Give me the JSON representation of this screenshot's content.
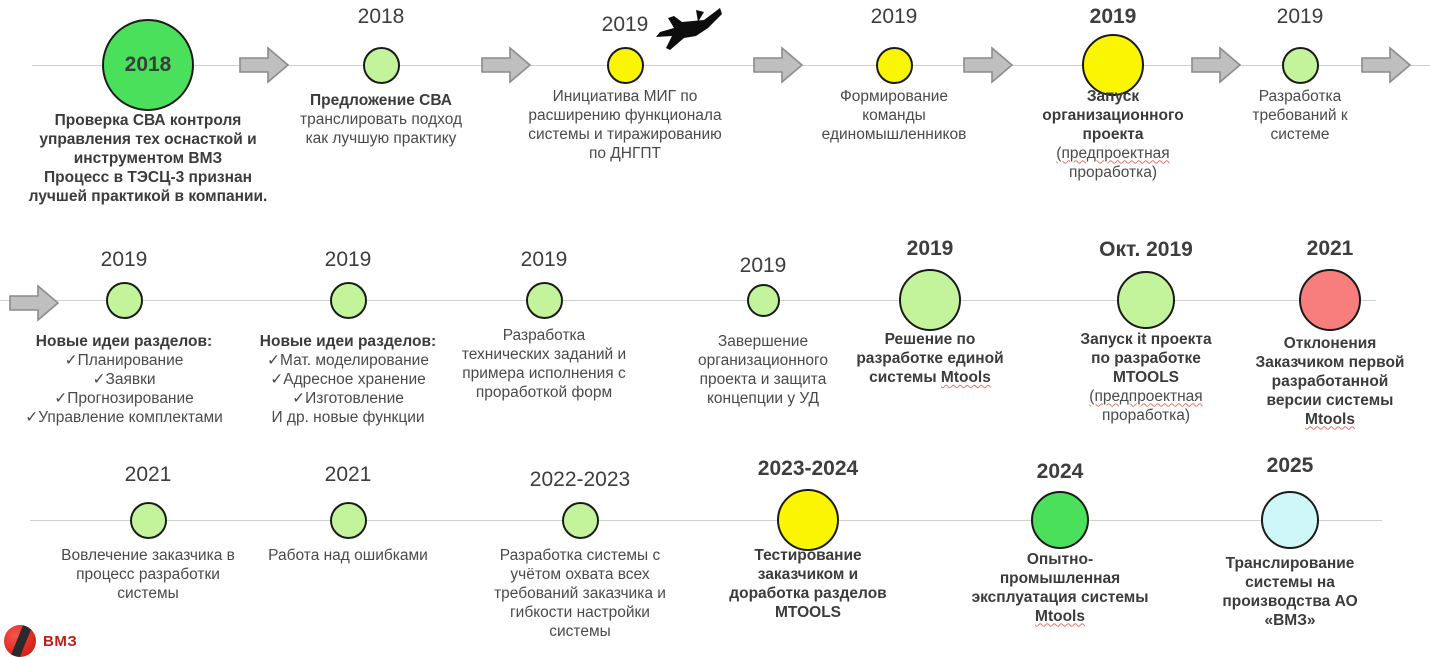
{
  "meta": {
    "title": "История развития системы Mtools",
    "colors": {
      "bright_green": "#4BE05C",
      "light_green": "#C3F49C",
      "yellow": "#FAF500",
      "red": "#F87E7E",
      "cyan": "#CFF7F7",
      "arrow_fill": "#BFBFBF",
      "arrow_stroke": "#8C8C8C",
      "line": "#D0D0D0",
      "text": "#4A4A4A",
      "spellcheck_underline": "#E8736A"
    }
  },
  "logo": {
    "name": "vmz-logo",
    "text": "ВМЗ"
  },
  "icons": {
    "jet": "fighter-jet-icon",
    "arrow": "right-block-arrow-icon",
    "check": "✓"
  },
  "rows": [
    {
      "name": "row-1",
      "nodes": [
        {
          "year": "2018",
          "year_bold": false,
          "year_hidden": true,
          "dot": {
            "size": 92,
            "color": "#4BE05C",
            "label": "2018",
            "label_size": 21
          },
          "lines": [
            {
              "text": "Проверка СВА контроля",
              "bold": true
            },
            {
              "text": "управления тех оснасткой и",
              "bold": true
            },
            {
              "text": "инструментом ВМЗ",
              "bold": true
            },
            {
              "text": "Процесс в ТЭСЦ-3 признан",
              "bold": true
            },
            {
              "text": "лучшей практикой в компании.",
              "bold": true
            }
          ]
        },
        {
          "year": "2018",
          "year_bold": false,
          "dot": {
            "size": 37,
            "color": "#C3F49C",
            "label": ""
          },
          "lines": [
            {
              "text": "Предложение СВА",
              "bold": true
            },
            {
              "text": "транслировать подход",
              "bold": false
            },
            {
              "text": "как лучшую практику",
              "bold": false
            }
          ]
        },
        {
          "year": "2019",
          "year_bold": false,
          "dot": {
            "size": 37,
            "color": "#FAF500",
            "label": ""
          },
          "lines": [
            {
              "text": "Инициатива МИГ по",
              "bold": false
            },
            {
              "text": "расширению функционала",
              "bold": false
            },
            {
              "text": "системы и тиражированию",
              "bold": false
            },
            {
              "text": "по ДНГПТ",
              "bold": false
            }
          ]
        },
        {
          "year": "2019",
          "year_bold": false,
          "dot": {
            "size": 37,
            "color": "#FAF500",
            "label": ""
          },
          "lines": [
            {
              "text": "Формирование",
              "bold": false
            },
            {
              "text": "команды",
              "bold": false
            },
            {
              "text": "единомышленников",
              "bold": false
            }
          ]
        },
        {
          "year": "2019",
          "year_bold": true,
          "dot": {
            "size": 62,
            "color": "#FAF500",
            "label": ""
          },
          "lines": [
            {
              "text": "Запуск",
              "bold": true
            },
            {
              "text": "организационного",
              "bold": true
            },
            {
              "text": "проекта",
              "bold": true
            },
            {
              "text": "(предпроектная",
              "bold": false,
              "squiggle": true
            },
            {
              "text": "проработка)",
              "bold": false
            }
          ]
        },
        {
          "year": "2019",
          "year_bold": false,
          "dot": {
            "size": 37,
            "color": "#C3F49C",
            "label": ""
          },
          "lines": [
            {
              "text": "Разработка",
              "bold": false
            },
            {
              "text": "требований к",
              "bold": false
            },
            {
              "text": "системе",
              "bold": false
            }
          ]
        }
      ]
    },
    {
      "name": "row-2",
      "nodes": [
        {
          "year": "2019",
          "year_bold": false,
          "dot": {
            "size": 37,
            "color": "#C3F49C",
            "label": ""
          },
          "lines": [
            {
              "text": "Новые идеи разделов:",
              "bold": true
            },
            {
              "text": "✓Планирование",
              "bold": false
            },
            {
              "text": "✓Заявки",
              "bold": false
            },
            {
              "text": "✓Прогнозирование",
              "bold": false
            },
            {
              "text": "✓Управление комплектами",
              "bold": false
            }
          ]
        },
        {
          "year": "2019",
          "year_bold": false,
          "dot": {
            "size": 37,
            "color": "#C3F49C",
            "label": ""
          },
          "lines": [
            {
              "text": "Новые идеи разделов:",
              "bold": true
            },
            {
              "text": "✓Мат. моделирование",
              "bold": false
            },
            {
              "text": "✓Адресное хранение",
              "bold": false
            },
            {
              "text": "✓Изготовление",
              "bold": false
            },
            {
              "text": "И др. новые функции",
              "bold": false
            }
          ]
        },
        {
          "year": "2019",
          "year_bold": false,
          "dot": {
            "size": 37,
            "color": "#C3F49C",
            "label": ""
          },
          "lines": [
            {
              "text": "Разработка",
              "bold": false
            },
            {
              "text": "технических заданий и",
              "bold": false
            },
            {
              "text": "примера исполнения с",
              "bold": false
            },
            {
              "text": "проработкой форм",
              "bold": false
            }
          ]
        },
        {
          "year": "2019",
          "year_bold": false,
          "dot": {
            "size": 33,
            "color": "#C3F49C",
            "label": ""
          },
          "lines": [
            {
              "text": "Завершение",
              "bold": false
            },
            {
              "text": "организационного",
              "bold": false
            },
            {
              "text": "проекта и защита",
              "bold": false
            },
            {
              "text": "концепции у УД",
              "bold": false
            }
          ]
        },
        {
          "year": "2019",
          "year_bold": true,
          "dot": {
            "size": 62,
            "color": "#C3F49C",
            "label": ""
          },
          "lines": [
            {
              "text": "Решение по",
              "bold": true
            },
            {
              "text": "разработке единой",
              "bold": true
            },
            {
              "text": "системы Mtools",
              "bold": true,
              "squiggle_word": "Mtools"
            }
          ]
        },
        {
          "year": "Окт. 2019",
          "year_bold": true,
          "dot": {
            "size": 58,
            "color": "#C3F49C",
            "label": ""
          },
          "lines": [
            {
              "text": "Запуск it проекта",
              "bold": true
            },
            {
              "text": "по разработке",
              "bold": true
            },
            {
              "text": "MTOOLS",
              "bold": true
            },
            {
              "text": "(предпроектная",
              "bold": false,
              "squiggle": true
            },
            {
              "text": "проработка)",
              "bold": false
            }
          ]
        },
        {
          "year": "2021",
          "year_bold": true,
          "dot": {
            "size": 62,
            "color": "#F87E7E",
            "label": ""
          },
          "lines": [
            {
              "text": "Отклонения",
              "bold": true
            },
            {
              "text": "Заказчиком первой",
              "bold": true
            },
            {
              "text": "разработанной",
              "bold": true
            },
            {
              "text": "версии системы",
              "bold": true
            },
            {
              "text": "Mtools",
              "bold": true,
              "squiggle": true
            }
          ]
        }
      ]
    },
    {
      "name": "row-3",
      "nodes": [
        {
          "year": "2021",
          "year_bold": false,
          "dot": {
            "size": 37,
            "color": "#C3F49C",
            "label": ""
          },
          "lines": [
            {
              "text": "Вовлечение заказчика в",
              "bold": false
            },
            {
              "text": "процесс разработки",
              "bold": false
            },
            {
              "text": "системы",
              "bold": false
            }
          ]
        },
        {
          "year": "2021",
          "year_bold": false,
          "dot": {
            "size": 37,
            "color": "#C3F49C",
            "label": ""
          },
          "lines": [
            {
              "text": "Работа над ошибками",
              "bold": false
            }
          ]
        },
        {
          "year": "2022-2023",
          "year_bold": false,
          "dot": {
            "size": 37,
            "color": "#C3F49C",
            "label": ""
          },
          "lines": [
            {
              "text": "Разработка системы с",
              "bold": false
            },
            {
              "text": "учётом охвата всех",
              "bold": false
            },
            {
              "text": "требований заказчика и",
              "bold": false
            },
            {
              "text": "гибкости настройки",
              "bold": false
            },
            {
              "text": "системы",
              "bold": false
            }
          ]
        },
        {
          "year": "2023-2024",
          "year_bold": true,
          "dot": {
            "size": 62,
            "color": "#FAF500",
            "label": ""
          },
          "lines": [
            {
              "text": "Тестирование",
              "bold": true
            },
            {
              "text": "заказчиком и",
              "bold": true
            },
            {
              "text": "доработка разделов",
              "bold": true
            },
            {
              "text": "MTOOLS",
              "bold": true
            }
          ]
        },
        {
          "year": "2024",
          "year_bold": true,
          "dot": {
            "size": 58,
            "color": "#4BE05C",
            "label": ""
          },
          "lines": [
            {
              "text": "Опытно-",
              "bold": true
            },
            {
              "text": "промышленная",
              "bold": true
            },
            {
              "text": "эксплуатация системы",
              "bold": true
            },
            {
              "text": "Mtools",
              "bold": true,
              "squiggle": true
            }
          ]
        },
        {
          "year": "2025",
          "year_bold": true,
          "dot": {
            "size": 58,
            "color": "#CFF7F7",
            "label": ""
          },
          "lines": [
            {
              "text": "Транслирование",
              "bold": true
            },
            {
              "text": "системы на",
              "bold": true
            },
            {
              "text": "производства АО",
              "bold": true
            },
            {
              "text": "«ВМЗ»",
              "bold": true
            }
          ]
        }
      ]
    }
  ]
}
